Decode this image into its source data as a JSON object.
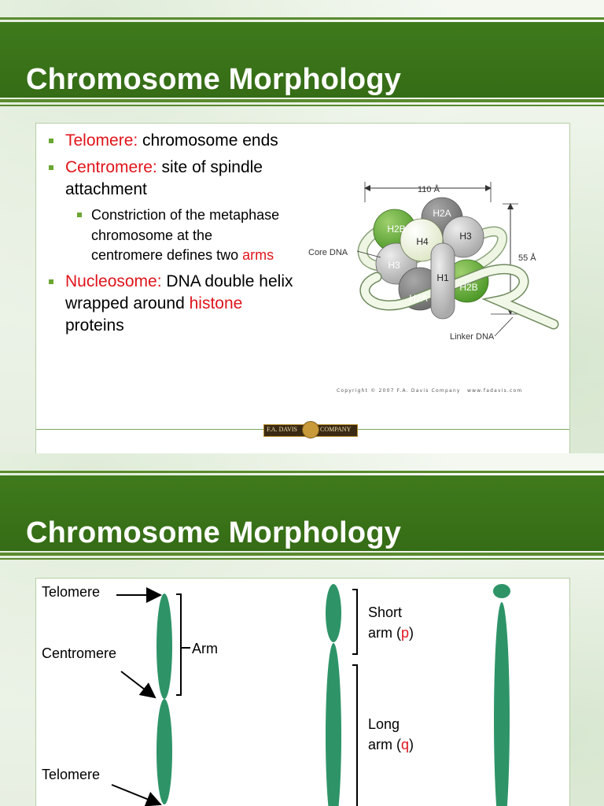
{
  "slide1": {
    "title": "Chromosome Morphology",
    "bullets": [
      {
        "term": "Telomere:",
        "text": " chromosome ends"
      },
      {
        "term": "Centromere:",
        "text": " site of spindle attachment"
      },
      {
        "sub_pre": "Constriction of the metaphase chromosome at the centromere defines two ",
        "sub_red": "arms"
      },
      {
        "term": "Nucleosome:",
        "text": " DNA double helix wrapped around ",
        "text_red": "histone",
        "text_post": " proteins"
      }
    ],
    "diagram": {
      "width_label": "110 Å",
      "height_label": "55 Å",
      "core_dna": "Core DNA",
      "linker_dna": "Linker DNA",
      "histones": [
        "H2A",
        "H2B",
        "H4",
        "H3",
        "H3",
        "H1",
        "H2A",
        "H2B"
      ],
      "copyright": "Copyright © 2007 F.A. Davis Company",
      "website": "www.fadavis.com"
    },
    "logo": {
      "left": "F.A. DAVIS",
      "right": "COMPANY"
    }
  },
  "slide2": {
    "title": "Chromosome Morphology",
    "labels": {
      "telomere_top": "Telomere",
      "centromere": "Centromere",
      "arm": "Arm",
      "telomere_bottom": "Telomere",
      "short_arm_line1": "Short",
      "short_arm_line2": "arm (",
      "short_arm_letter": "p",
      "long_arm_line1": "Long",
      "long_arm_line2": "arm (",
      "long_arm_letter": "q",
      "paren_close": ")"
    }
  },
  "colors": {
    "title_green": "#3f7a1c",
    "stripe_green": "#5a8a2e",
    "bullet_square": "#6aa632",
    "highlight_red": "#e0141b",
    "chromosome_green": "#2e9468",
    "histone_green": "#6aaf3c",
    "histone_gray": "#8a8a8a",
    "histone_lightgray": "#c4c4c4"
  }
}
